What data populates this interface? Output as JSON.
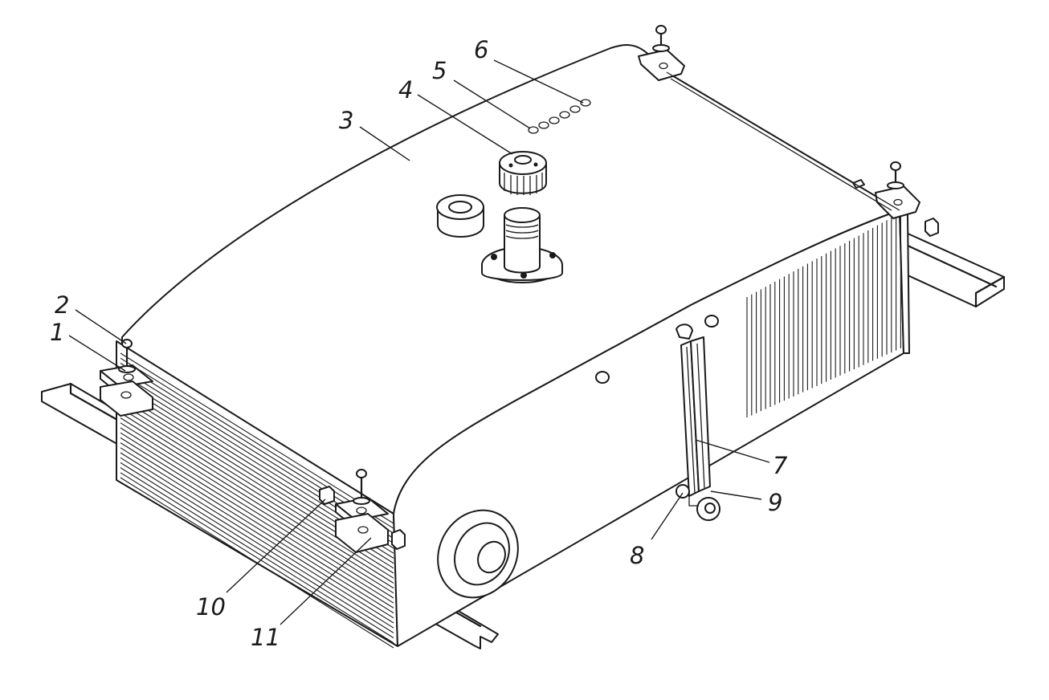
{
  "labels": {
    "l1": "1",
    "l2": "2",
    "l3": "3",
    "l4": "4",
    "l5": "5",
    "l6": "6",
    "l7": "7",
    "l8": "8",
    "l9": "9",
    "l10": "10",
    "l11": "11"
  },
  "colors": {
    "ink": "#1a1a1a",
    "paper": "#ffffff"
  }
}
